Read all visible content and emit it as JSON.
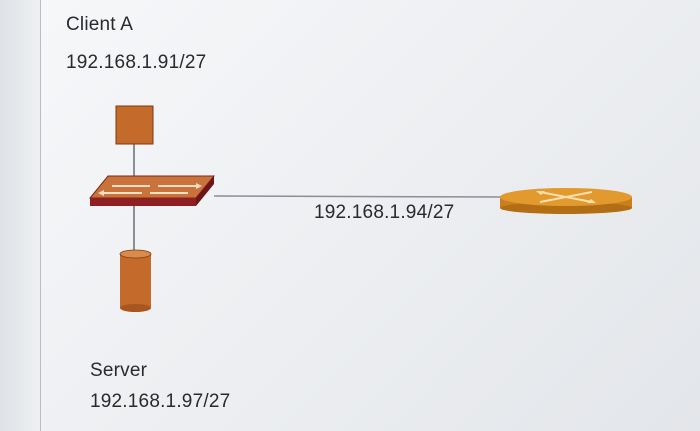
{
  "client": {
    "name": "Client A",
    "ip": "192.168.1.91/27"
  },
  "server": {
    "name": "Server",
    "ip": "192.168.1.97/27"
  },
  "link": {
    "ip": "192.168.1.94/27"
  },
  "colors": {
    "device_fill": "#c46a2a",
    "switch_top": "#c9723a",
    "switch_side": "#8e1f22",
    "router_fill": "#e29a2e",
    "line": "#8a8f96",
    "text": "#2a2a2e"
  }
}
